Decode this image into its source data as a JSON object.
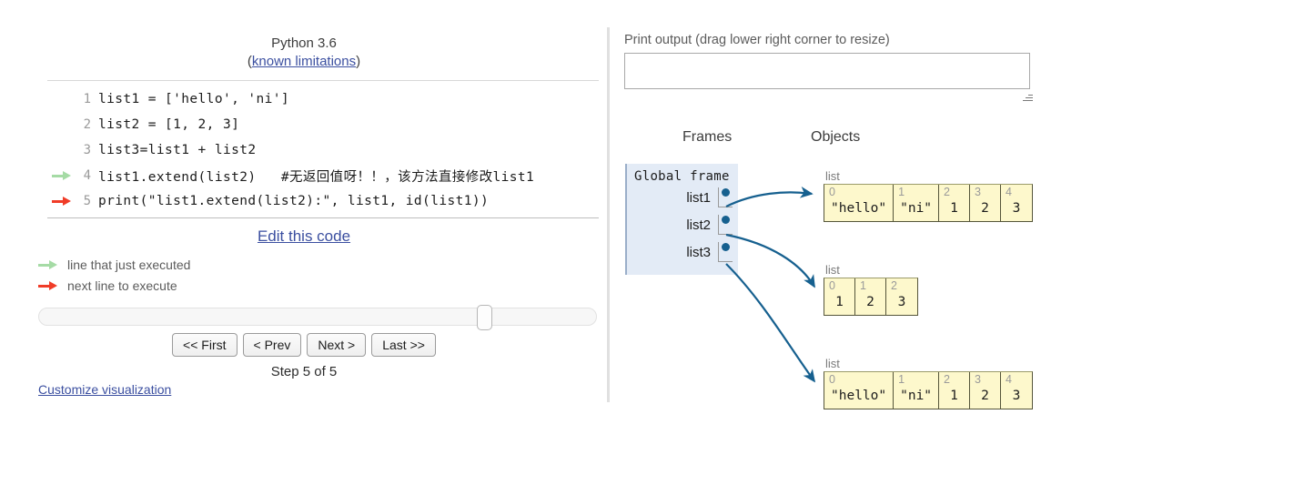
{
  "left": {
    "python_version": "Python 3.6",
    "limitations_prefix": "(",
    "limitations_link": "known limitations",
    "limitations_suffix": ")",
    "code_lines": [
      {
        "number": "1",
        "text": "list1 = ['hello', 'ni']",
        "marker": "none"
      },
      {
        "number": "2",
        "text": "list2 = [1, 2, 3]",
        "marker": "none"
      },
      {
        "number": "3",
        "text": "list3=list1 + list2",
        "marker": "none"
      },
      {
        "number": "4",
        "text": "list1.extend(list2)   #无返回值呀！！，该方法直接修改list1",
        "marker": "green"
      },
      {
        "number": "5",
        "text": "print(\"list1.extend(list2):\", list1, id(list1))",
        "marker": "red"
      }
    ],
    "edit_code_link": "Edit this code",
    "legend": {
      "green_label": "line that just executed",
      "red_label": "next line to execute"
    },
    "buttons": {
      "first": "<< First",
      "prev": "< Prev",
      "next": "Next >",
      "last": "Last >>"
    },
    "step_label": "Step 5 of 5",
    "customize_link": "Customize visualization",
    "slider_value_percent": 78
  },
  "right": {
    "print_output_label": "Print output (drag lower right corner to resize)",
    "print_output_value": "",
    "frames_header": "Frames",
    "objects_header": "Objects",
    "frame": {
      "title": "Global frame",
      "variables": [
        {
          "name": "list1"
        },
        {
          "name": "list2"
        },
        {
          "name": "list3"
        }
      ]
    },
    "objects": [
      {
        "type_label": "list",
        "cells": [
          {
            "index": "0",
            "value": "\"hello\""
          },
          {
            "index": "1",
            "value": "\"ni\""
          },
          {
            "index": "2",
            "value": "1"
          },
          {
            "index": "3",
            "value": "2"
          },
          {
            "index": "4",
            "value": "3"
          }
        ]
      },
      {
        "type_label": "list",
        "cells": [
          {
            "index": "0",
            "value": "1"
          },
          {
            "index": "1",
            "value": "2"
          },
          {
            "index": "2",
            "value": "3"
          }
        ]
      },
      {
        "type_label": "list",
        "cells": [
          {
            "index": "0",
            "value": "\"hello\""
          },
          {
            "index": "1",
            "value": "\"ni\""
          },
          {
            "index": "2",
            "value": "1"
          },
          {
            "index": "3",
            "value": "2"
          },
          {
            "index": "4",
            "value": "3"
          }
        ]
      }
    ]
  },
  "colors": {
    "link": "#3b4fa0",
    "arrow_green": "#a5dba5",
    "arrow_red": "#f03c28",
    "pointer_arrow": "#16608f",
    "frame_bg": "#e3ebf6",
    "object_bg": "#fdf8cc"
  }
}
